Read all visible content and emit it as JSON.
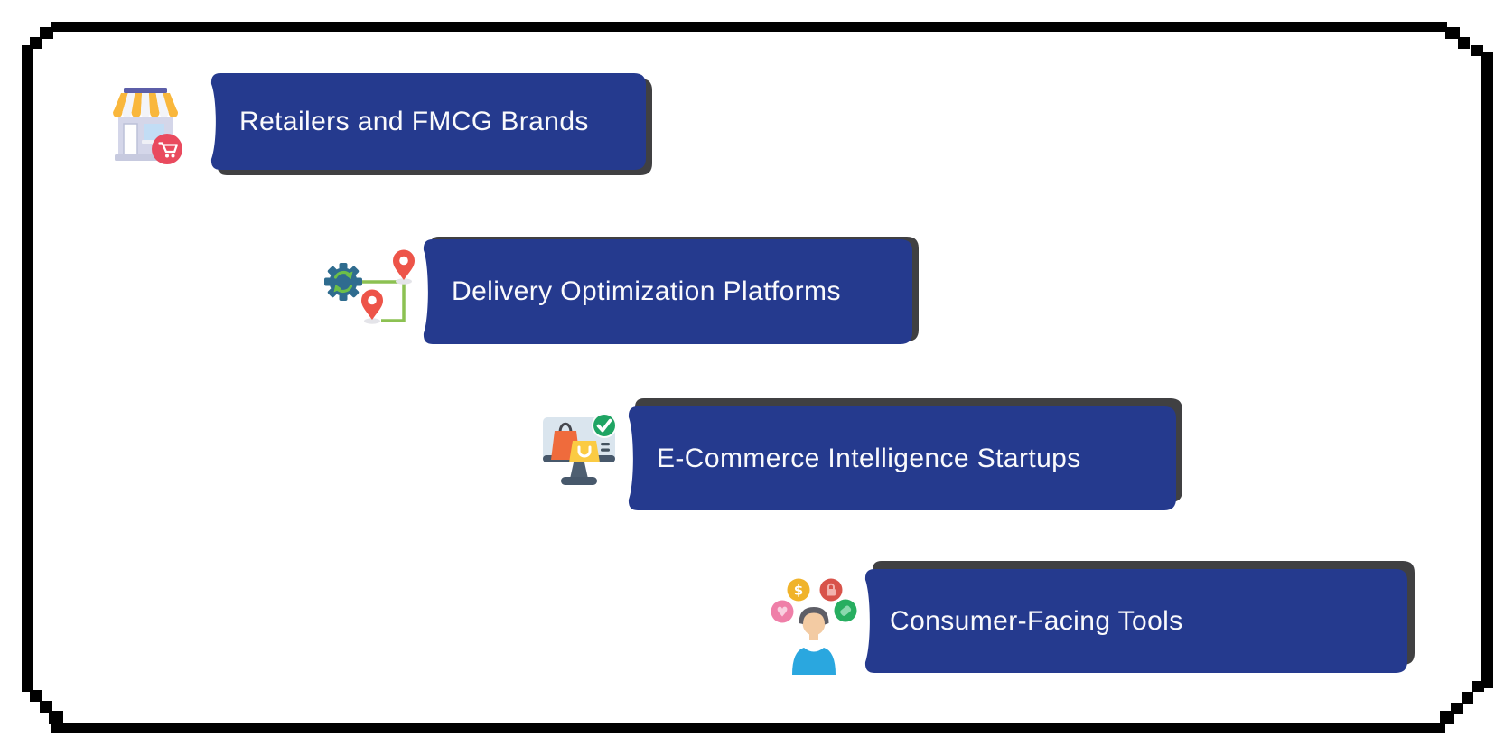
{
  "diagram": {
    "type": "staircase-category-list",
    "frame_color": "#000000",
    "background": "#ffffff",
    "banner_fill": "#253a8e",
    "banner_shadow": "#404042",
    "banner_text_color": "#fafafc"
  },
  "items": [
    {
      "label": "Retailers and FMCG Brands",
      "icon": "storefront-cart-icon"
    },
    {
      "label": "Delivery Optimization Platforms",
      "icon": "gear-route-pins-icon"
    },
    {
      "label": "E-Commerce Intelligence Startups",
      "icon": "monitor-shopping-bags-icon"
    },
    {
      "label": "Consumer-Facing Tools",
      "icon": "consumer-profile-icon"
    }
  ],
  "icon_palette": {
    "awning_yellow": "#f9b73c",
    "badge_red": "#e94a5e",
    "gear_teal": "#2f6c8f",
    "route_green": "#8cc152",
    "pin_red": "#ed5449",
    "bag_orange": "#ef6b3c",
    "bag_yellow": "#fbcb43",
    "check_green": "#1fa463",
    "shirt_blue": "#2aa7df",
    "coin_gold": "#f0b32a",
    "heart_pink": "#ef7fa8",
    "tag_green": "#27ae60",
    "lock_red": "#d8534a"
  }
}
